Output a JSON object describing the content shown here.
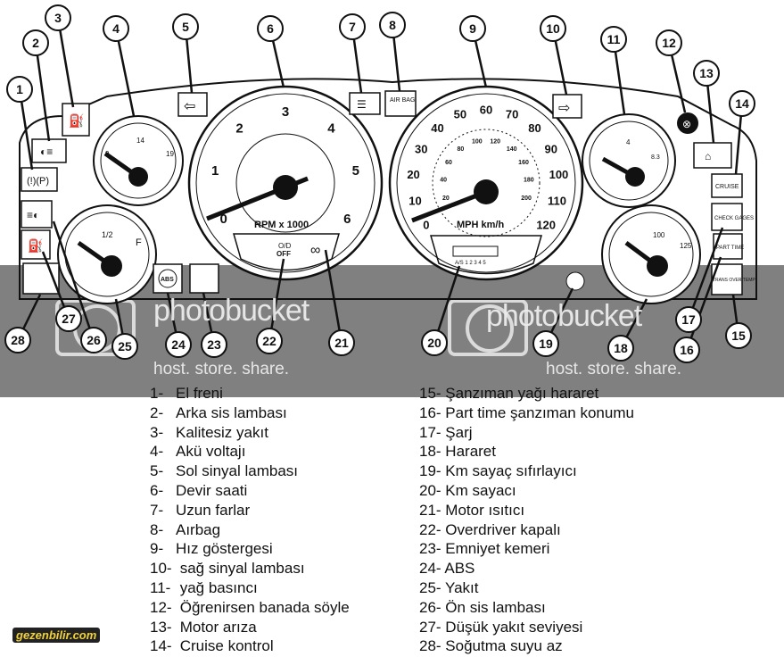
{
  "callouts": [
    "1",
    "2",
    "3",
    "4",
    "5",
    "6",
    "7",
    "8",
    "9",
    "10",
    "11",
    "12",
    "13",
    "14",
    "15",
    "16",
    "17",
    "18",
    "19",
    "20",
    "21",
    "22",
    "23",
    "24",
    "25",
    "26",
    "27",
    "28"
  ],
  "tachometer": {
    "labels": [
      "0",
      "1",
      "2",
      "3",
      "4",
      "5",
      "6"
    ],
    "unit": "RPM x 1000",
    "od_label": "O/D",
    "od_off": "OFF"
  },
  "speedometer": {
    "mph_labels": [
      "0",
      "10",
      "20",
      "30",
      "40",
      "50",
      "60",
      "70",
      "80",
      "90",
      "100",
      "110",
      "120"
    ],
    "kmh_labels": [
      "20",
      "40",
      "60",
      "80",
      "100",
      "120",
      "140",
      "160",
      "180",
      "200"
    ],
    "unit": "MPH km/h",
    "odometer_digits": "A/S 1 2 3 4 5"
  },
  "voltage_gauge": {
    "low": "9",
    "mid": "14",
    "high": "19"
  },
  "fuel_gauge": {
    "half": "1/2",
    "full": "F"
  },
  "oil_gauge": {
    "mid": "4",
    "high": "8.3"
  },
  "temp_gauge": {
    "mid": "100",
    "high": "125"
  },
  "indicators": {
    "airbag": "AIR BAG",
    "cruise": "CRUISE",
    "check_gages": "CHECK GAGES",
    "part_time": "PART TIME",
    "trans_over_temp": "TRANS OVER TEMP",
    "abs": "ABS"
  },
  "watermark": {
    "title": "photobucket",
    "subtitle": "host. store. share."
  },
  "legend": {
    "left": [
      {
        "num": "1-",
        "label": "El freni"
      },
      {
        "num": "2-",
        "label": "Arka sis lambası"
      },
      {
        "num": "3-",
        "label": "Kalitesiz yakıt"
      },
      {
        "num": "4-",
        "label": "Akü voltajı"
      },
      {
        "num": "5-",
        "label": "Sol sinyal lambası"
      },
      {
        "num": "6-",
        "label": "Devir saati"
      },
      {
        "num": "7-",
        "label": "Uzun farlar"
      },
      {
        "num": "8-",
        "label": "Aırbag"
      },
      {
        "num": "9-",
        "label": "Hız göstergesi"
      },
      {
        "num": "10-",
        "label": " sağ sinyal lambası"
      },
      {
        "num": "11-",
        "label": " yağ basıncı"
      },
      {
        "num": "12-",
        "label": " Öğrenirsen banada söyle"
      },
      {
        "num": "13-",
        "label": " Motor arıza"
      },
      {
        "num": "14-",
        "label": " Cruise kontrol"
      }
    ],
    "right": [
      {
        "num": "15-",
        "label": " Şanzıman yağı hararet"
      },
      {
        "num": "16-",
        "label": " Part time şanzıman konumu"
      },
      {
        "num": "17-",
        "label": " Şarj"
      },
      {
        "num": "18-",
        "label": " Hararet"
      },
      {
        "num": "19-",
        "label": " Km sayaç sıfırlayıcı"
      },
      {
        "num": "20-",
        "label": " Km sayacı"
      },
      {
        "num": "21-",
        "label": " Motor ısıtıcı"
      },
      {
        "num": "22-",
        "label": " Overdriver kapalı"
      },
      {
        "num": "23-",
        "label": " Emniyet kemeri"
      },
      {
        "num": "24-",
        "label": " ABS"
      },
      {
        "num": "25-",
        "label": " Yakıt"
      },
      {
        "num": "26-",
        "label": " Ön sis lambası"
      },
      {
        "num": "27-",
        "label": " Düşük yakıt seviyesi"
      },
      {
        "num": "28-",
        "label": " Soğutma suyu az"
      }
    ]
  },
  "brand": "gezenbilir.com"
}
